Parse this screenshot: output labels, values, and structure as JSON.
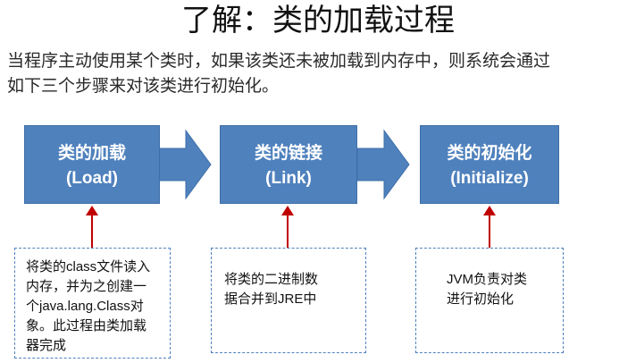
{
  "title": "了解：类的加载过程",
  "intro": "当程序主动使用某个类时，如果该类还未被加载到内存中，则系统会通过\n如下三个步骤来对该类进行初始化。",
  "steps": [
    {
      "name": "类的加载",
      "english": "(Load)"
    },
    {
      "name": "类的链接",
      "english": "(Link)"
    },
    {
      "name": "类的初始化",
      "english": "(Initialize)"
    }
  ],
  "notes": [
    "将类的class文件读入\n内存，并为之创建一\n个java.lang.Class对\n象。此过程由类加载\n器完成",
    "将类的二进制数\n据合并到JRE中",
    "JVM负责对类\n进行初始化"
  ],
  "colors": {
    "box_fill": "#4f81bd",
    "arrow_fill": "#4f81bd",
    "connector": "#c00000",
    "note_border": "#4f81bd"
  }
}
